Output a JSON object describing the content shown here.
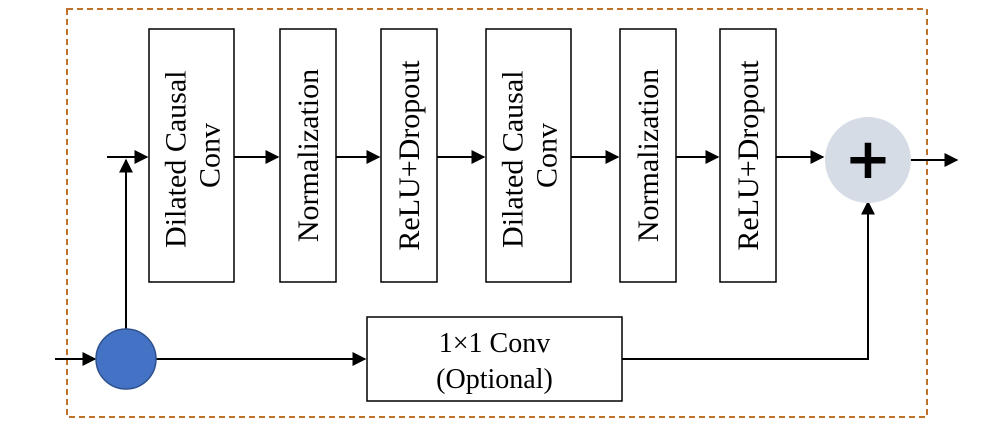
{
  "blocks": [
    {
      "lines": [
        "Dilated Causal",
        "Conv"
      ]
    },
    {
      "lines": [
        "Normalization"
      ]
    },
    {
      "lines": [
        "ReLU+Dropout"
      ]
    },
    {
      "lines": [
        "Dilated Causal",
        "Conv"
      ]
    },
    {
      "lines": [
        "Normalization"
      ]
    },
    {
      "lines": [
        "ReLU+Dropout"
      ]
    }
  ],
  "conv1x1": {
    "line1": "1×1 Conv",
    "line2": "(Optional)"
  },
  "add_node": {
    "symbol": "+"
  },
  "colors": {
    "frame": "#c0722c",
    "input_node": "#4472c4",
    "add_node": "#d6dce5",
    "line": "#000000"
  }
}
